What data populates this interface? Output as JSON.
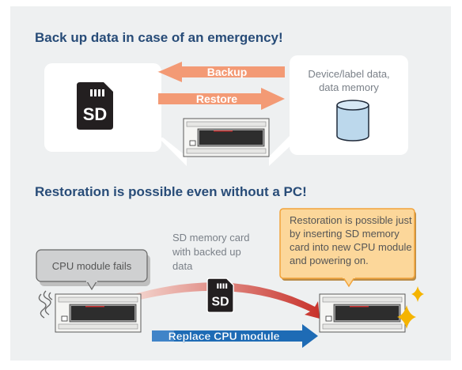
{
  "section_backup": {
    "heading": "Back up data in case of an emergency!",
    "backup_label": "Backup",
    "restore_label": "Restore",
    "sd_card_label": "SD",
    "device_lines": [
      "Device/label data,",
      "data memory"
    ]
  },
  "section_restore": {
    "heading": "Restoration is possible even without a PC!",
    "cpu_fails_label": "CPU module fails",
    "sd_card_caption_lines": [
      "SD memory card",
      "with backed up",
      "data"
    ],
    "sd_card_label": "SD",
    "callout_lines": [
      "Restoration is possible just",
      "by inserting SD memory",
      "card into new CPU module",
      "and powering on."
    ],
    "replace_label": "Replace CPU module"
  },
  "colors": {
    "panel_bg": "#eef0f1",
    "heading": "#284c78",
    "arrow_orange": "#f39a75",
    "arrow_blue": "#1e6bb5",
    "callout_fill": "#fcd79a",
    "callout_border": "#f2a33a",
    "cylinder": "#bcd8ec",
    "sparkle": "#f5b400"
  },
  "icons": [
    "sd-card-icon",
    "database-cylinder-icon",
    "cpu-module-icon",
    "smoke-icon",
    "sparkle-icon"
  ]
}
